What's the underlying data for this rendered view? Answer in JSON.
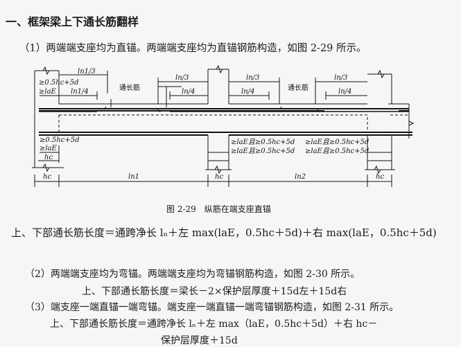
{
  "heading": "一、框架梁上下通长筋翻样",
  "para1": "（1）两端端支座均为直锚。两端端支座均为直锚钢筋构造，如图 2-29 所示。",
  "figure": {
    "caption": "图 2-29　纵筋在端支座直锚",
    "labels": {
      "ln1_3": "ln1/3",
      "ln1_4": "ln1/4",
      "ln_3": "ln/3",
      "ln_4": "ln/4",
      "rebar": "通长筋",
      "anchor_top_1": "≥0.5hc+5d",
      "anchor_top_2": "≥laE",
      "anchor_bot_1": "≥0.5hc+5d",
      "anchor_bot_2": "≥laE",
      "hc": "hc",
      "ln1": "ln1",
      "ln2": "ln2",
      "mid_anchor": "≥laE且≥0.5hc+5d"
    }
  },
  "formula1": "上、下部通长筋长度＝通跨净长 lₙ＋左 max(laE，0.5hc＋5d)＋右 max(laE，0.5hc＋5d)",
  "para2": "（2）两端端支座均为弯锚。两端端支座均为弯锚钢筋构造，如图 2-30 所示。",
  "formula2": "上、下部通长筋长度＝梁长－2×保护层厚度＋15d左＋15d右",
  "para3": "（3）端支座一端直锚一端弯锚。端支座一端直锚一端弯锚钢筋构造，如图 2-31 所示。",
  "formula3a": "上、下部通长筋长度＝通跨净长 lₙ＋左 max（laE，0.5hc＋5d）＋右 hc－",
  "formula3b": "保护层厚度＋15d"
}
